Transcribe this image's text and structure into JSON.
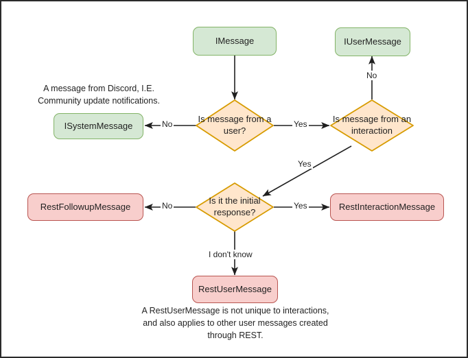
{
  "diagram": {
    "title": "Discord message type decision flowchart",
    "colors": {
      "green_fill": "#d5e8d4",
      "green_stroke": "#82b366",
      "pink_fill": "#f8cecc",
      "pink_stroke": "#b85450",
      "orange_fill": "#ffe6cc",
      "orange_stroke": "#d79b00",
      "edge_stroke": "#1f1f1f",
      "frame": "#2b2b2b",
      "background": "#ffffff"
    },
    "nodes": {
      "imessage": "IMessage",
      "iusermessage": "IUserMessage",
      "isystemmessage": "ISystemMessage",
      "restfollowupmessage": "RestFollowupMessage",
      "restinteractionmessage": "RestInteractionMessage",
      "restusermessage": "RestUserMessage"
    },
    "decisions": {
      "from_user": "Is message from a user?",
      "from_interaction": "Is message from an interaction",
      "initial_response": "Is it the initial response?"
    },
    "edge_labels": {
      "user_no": "No",
      "user_yes": "Yes",
      "interaction_no": "No",
      "interaction_yes": "Yes",
      "initial_no": "No",
      "initial_yes": "Yes",
      "dont_know": "I don't know"
    },
    "notes": {
      "system_message": "A message from Discord, I.E.\nCommunity update notifications.",
      "rest_user_message": "A RestUserMessage is not unique to interactions,\nand also applies to other user messages created\nthrough REST."
    }
  }
}
